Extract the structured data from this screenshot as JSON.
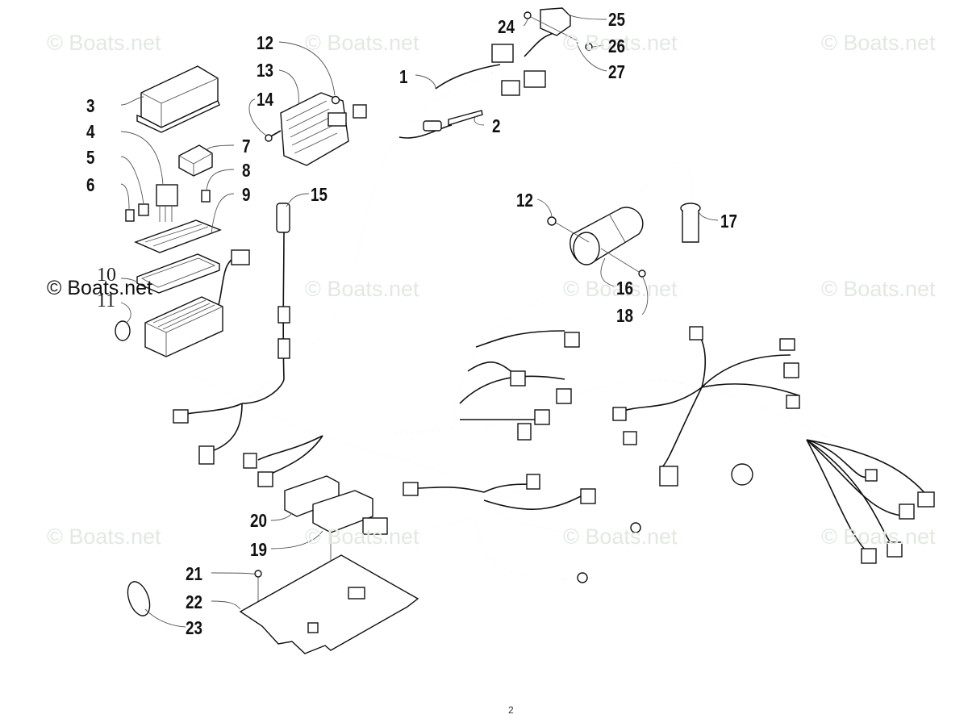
{
  "diagram": {
    "type": "exploded parts diagram",
    "subject": "Wiring harness assembly",
    "watermark_text": "© Boats.net",
    "page_marker": "2",
    "callouts": [
      {
        "id": "1"
      },
      {
        "id": "2"
      },
      {
        "id": "3"
      },
      {
        "id": "4"
      },
      {
        "id": "5"
      },
      {
        "id": "6"
      },
      {
        "id": "7"
      },
      {
        "id": "8"
      },
      {
        "id": "9"
      },
      {
        "id": "10"
      },
      {
        "id": "11"
      },
      {
        "id": "12"
      },
      {
        "id": "13"
      },
      {
        "id": "14"
      },
      {
        "id": "15"
      },
      {
        "id": "12"
      },
      {
        "id": "16"
      },
      {
        "id": "17"
      },
      {
        "id": "18"
      },
      {
        "id": "19"
      },
      {
        "id": "20"
      },
      {
        "id": "21"
      },
      {
        "id": "22"
      },
      {
        "id": "23"
      },
      {
        "id": "24"
      },
      {
        "id": "25"
      },
      {
        "id": "26"
      },
      {
        "id": "27"
      }
    ]
  }
}
